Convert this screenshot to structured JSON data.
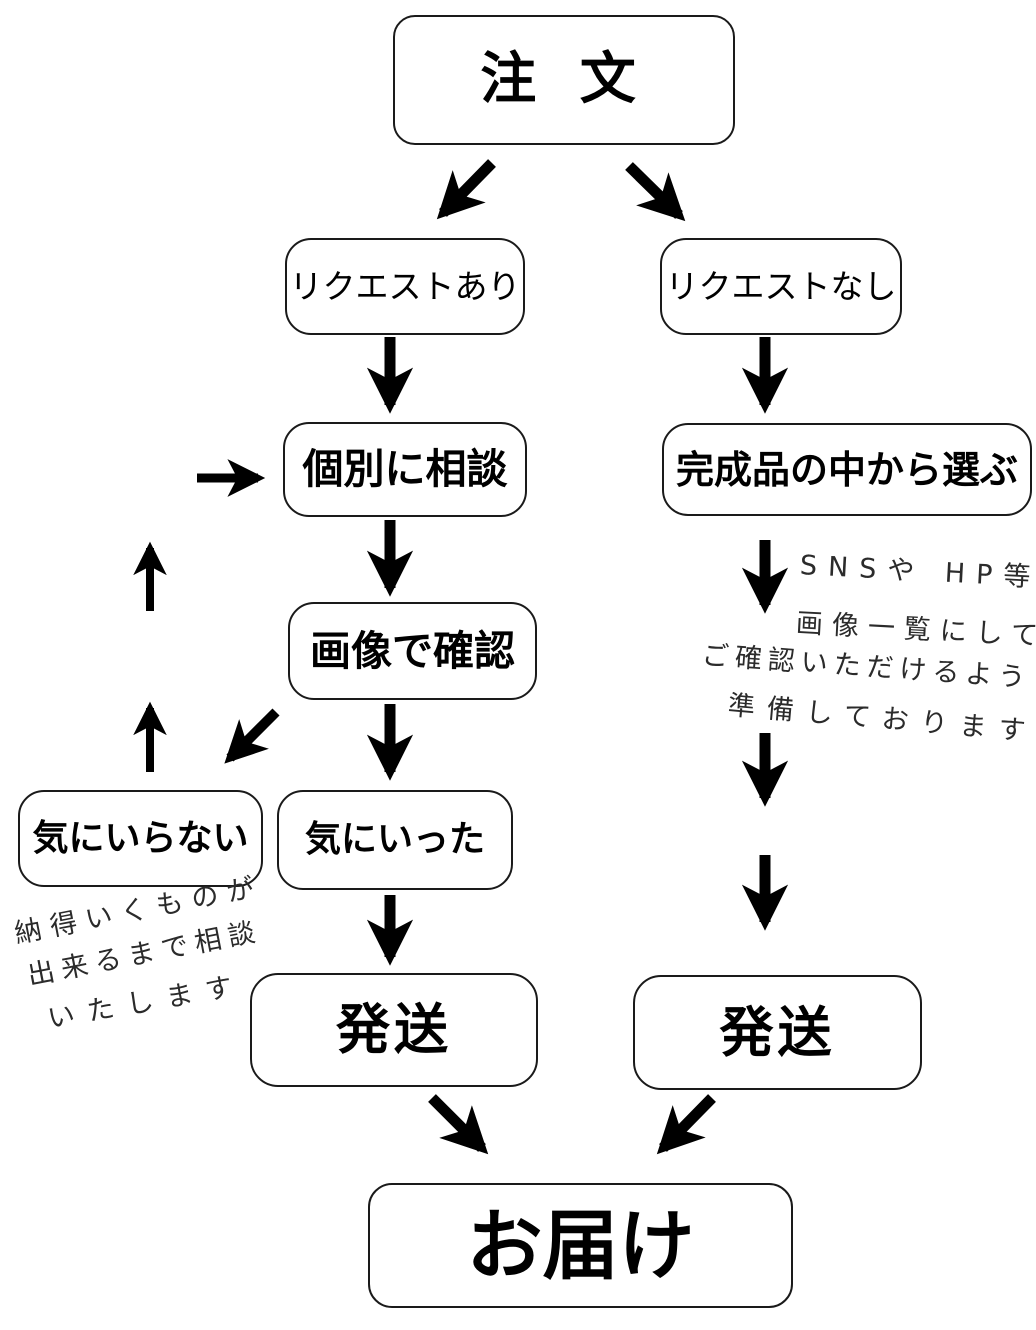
{
  "nodes": {
    "order": "注 文",
    "request_yes": "リクエストあり",
    "request_no": "リクエストなし",
    "consult": "個別に相談",
    "choose_finished": "完成品の中から選ぶ",
    "confirm_image": "画像で確認",
    "not_satisfied": "気にいらない",
    "satisfied": "気にいった",
    "ship_left": "発送",
    "ship_right": "発送",
    "delivery": "お届け"
  },
  "notes": {
    "left": {
      "lines": [
        "納得いくものが",
        "出来るまで相談",
        "いたします"
      ]
    },
    "right": {
      "lines": [
        "SNSや HP等で",
        "画像一覧にして",
        "ご確認いただけるよう",
        "準備しております"
      ]
    }
  },
  "colors": {
    "background": "#ffffff",
    "ink": "#000000",
    "box_border": "#1a1a1a",
    "note_ink": "#2b2b2b"
  }
}
